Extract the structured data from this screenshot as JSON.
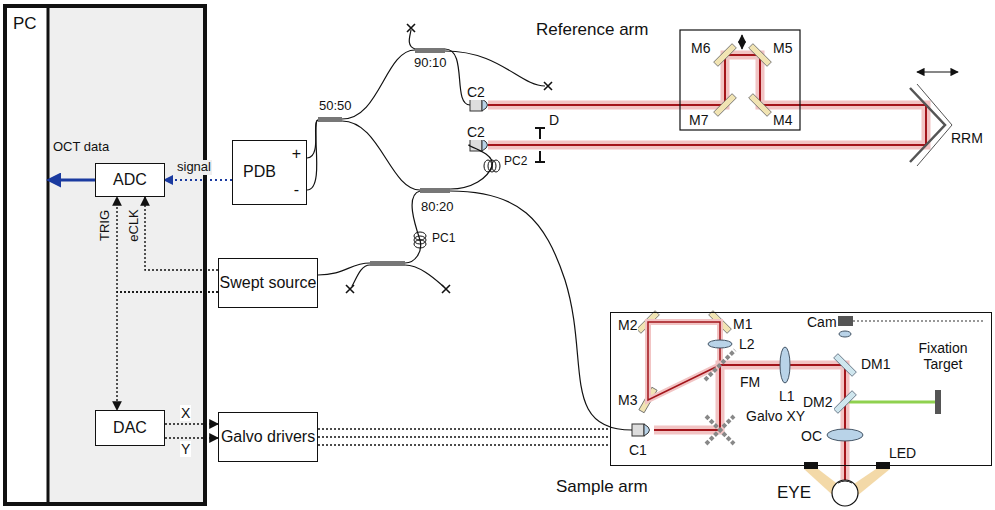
{
  "diagram": {
    "nodes": [
      {
        "text": [
          "PC"
        ]
      },
      {
        "text": [
          "ADC"
        ],
        "in": 0
      },
      {
        "text": [
          "DAC"
        ],
        "in": 0
      },
      {
        "text": [
          "PDB",
          "+",
          "-"
        ]
      },
      {
        "text": [
          "Swept source"
        ]
      },
      {
        "text": [
          "Galvo drivers"
        ]
      },
      {
        "text": [
          "Sample arm"
        ]
      }
    ],
    "edges": [
      {
        "from": 1,
        "to": 0,
        "arrow": "to",
        "label": "OCT data"
      },
      {
        "from": 3,
        "to": 1,
        "arrow": "to",
        "label": "signal"
      },
      {
        "from": 4,
        "to": 1,
        "arrow": "to",
        "label": "eCLK"
      },
      {
        "from": 4,
        "to": 1,
        "arrow": "to",
        "label": "TRIG"
      },
      {
        "from": 4,
        "to": 2,
        "arrow": "to"
      },
      {
        "from": 2,
        "to": 5,
        "arrow": "to",
        "label": "X"
      },
      {
        "from": 2,
        "to": 5,
        "arrow": "to",
        "label": "Y"
      },
      {
        "from": 5,
        "to": 6,
        "arrow": "none"
      }
    ],
    "labels": [
      "Reference arm",
      "C2",
      "C2",
      "D",
      "M6",
      "M5",
      "M7",
      "M4",
      "RRM",
      "90:10",
      "50:50",
      "80:20",
      "PC2",
      "PC1",
      "M2",
      "M1",
      "L2",
      "FM",
      "L1",
      "Cam",
      "DM1",
      "Fixation Target",
      "DM2",
      "M3",
      "C1",
      "Galvo XY",
      "OC",
      "LED",
      "EYE"
    ]
  }
}
